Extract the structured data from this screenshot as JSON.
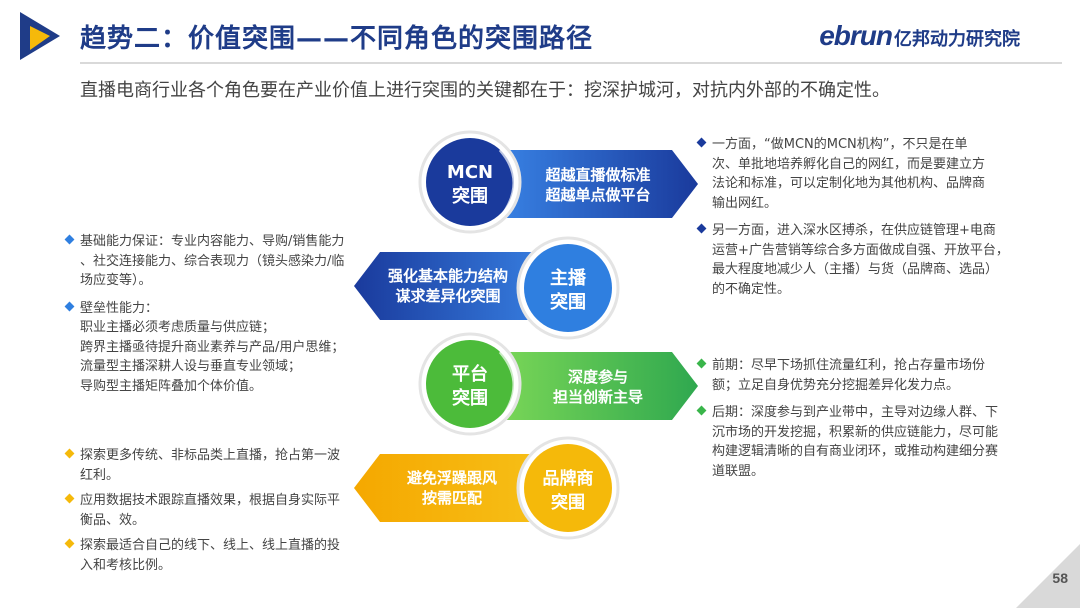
{
  "header": {
    "title": "趋势二：价值突围——不同角色的突围路径",
    "brand_en": "ebrun",
    "brand_cn": "亿邦动力研究院",
    "subtitle": "直播电商行业各个角色要在产业价值上进行突围的关键都在于：挖深护城河，对抗内外部的不确定性。"
  },
  "colors": {
    "title": "#1f3c88",
    "blue": "#1a3a9c",
    "blue_light": "#2f7fe0",
    "green": "#39b54a",
    "yellow": "#f5b90a",
    "bullet_blue": "#2f7fe0",
    "bullet_green": "#39b54a",
    "bullet_yellow": "#f5b90a"
  },
  "rows": [
    {
      "circle": [
        "MCN",
        "突围"
      ],
      "arrow": [
        "超越直播做标准",
        "超越单点做平台"
      ]
    },
    {
      "circle": [
        "主播",
        "突围"
      ],
      "arrow": [
        "强化基本能力结构",
        "谋求差异化突围"
      ]
    },
    {
      "circle": [
        "平台",
        "突围"
      ],
      "arrow": [
        "深度参与",
        "担当创新主导"
      ]
    },
    {
      "circle": [
        "品牌商",
        "突围"
      ],
      "arrow": [
        "避免浮躁跟风",
        "按需匹配"
      ]
    }
  ],
  "notes": {
    "right_blue": [
      {
        "lines": [
          "一方面，“做MCN的MCN机构”，不只是在单",
          "次、单批地培养孵化自己的网红，而是要建立方",
          "法论和标准，可以定制化地为其他机构、品牌商",
          "输出网红。"
        ]
      },
      {
        "lines": [
          "另一方面，进入深水区搏杀，在供应链管理+电商",
          "运营+广告营销等综合多方面做成自强、开放平台，",
          "最大程度地减少人（主播）与货（品牌商、选品）",
          "的不确定性。"
        ]
      }
    ],
    "left_blue": [
      {
        "lines": [
          "基础能力保证：专业内容能力、导购/销售能力",
          "、社交连接能力、综合表现力（镜头感染力/临",
          "场应变等）。"
        ]
      },
      {
        "lines": [
          "壁垒性能力：",
          "职业主播必须考虑质量与供应链；",
          "跨界主播亟待提升商业素养与产品/用户思维；",
          "流量型主播深耕人设与垂直专业领域；",
          "导购型主播矩阵叠加个体价值。"
        ]
      }
    ],
    "right_green": [
      {
        "lines": [
          "前期：尽早下场抓住流量红利，抢占存量市场份",
          "额；立足自身优势充分挖掘差异化发力点。"
        ]
      },
      {
        "lines": [
          "后期：深度参与到产业带中，主导对边缘人群、下",
          "沉市场的开发挖掘，积累新的供应链能力，尽可能",
          "构建逻辑清晰的自有商业闭环，或推动构建细分赛",
          "道联盟。"
        ]
      }
    ],
    "left_yellow": [
      {
        "lines": [
          "探索更多传统、非标品类上直播，抢占第一波",
          "红利。"
        ]
      },
      {
        "lines": [
          "应用数据技术跟踪直播效果，根据自身实际平",
          "衡品、效。"
        ]
      },
      {
        "lines": [
          "探索最适合自己的线下、线上、线上直播的投",
          "入和考核比例。"
        ]
      }
    ]
  },
  "page_number": "58"
}
